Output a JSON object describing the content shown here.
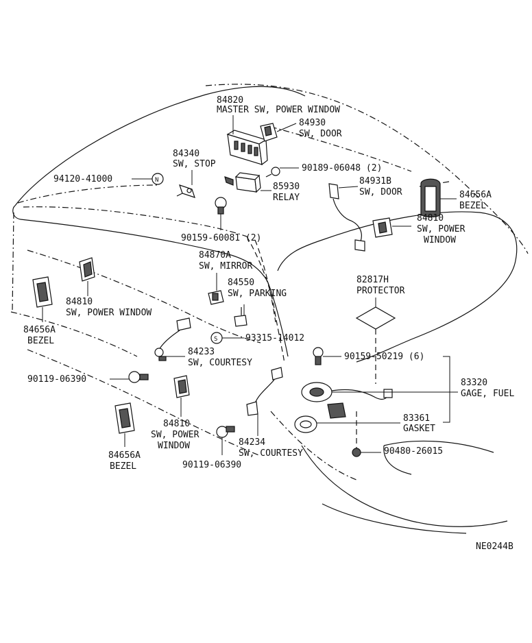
{
  "diagram_code": "NE0244B",
  "callouts": {
    "master_sw_num": "84820",
    "master_sw_desc": "MASTER SW, POWER WINDOW",
    "door_sw_num": "84930",
    "door_sw_desc": "SW, DOOR",
    "stop_sw_num": "84340",
    "stop_sw_desc": "SW, STOP",
    "nut_num": "94120-41000",
    "screw_0604_num": "90189-06048 (2)",
    "relay_num": "85930",
    "relay_desc": "RELAY",
    "door_sw2_num": "84931B",
    "door_sw2_desc": "SW, DOOR",
    "bezel_r_num": "84656A",
    "bezel_r_desc": "BEZEL",
    "pw_sw_r_num": "84810",
    "pw_sw_r_desc1": "SW, POWER",
    "pw_sw_r_desc2": "WINDOW",
    "screw_6008_num": "90159-60081 (2)",
    "mirror_sw_num": "84870A",
    "mirror_sw_desc": "SW, MIRROR",
    "parking_sw_num": "84550",
    "parking_sw_desc": "SW, PARKING",
    "pw_sw_l_num": "84810",
    "pw_sw_l_desc": "SW, POWER WINDOW",
    "bezel_l_num": "84656A",
    "bezel_l_desc": "BEZEL",
    "protector_num": "82817H",
    "protector_desc": "PROTECTOR",
    "clip_num": "93315-14012",
    "courtesy_f_num": "84233",
    "courtesy_f_desc": "SW, COURTESY",
    "screw_5021_num": "90159-50219 (6)",
    "screw_0639a_num": "90119-06390",
    "gage_num": "83320",
    "gage_desc": "GAGE, FUEL",
    "pw_sw_rr_num": "84810",
    "pw_sw_rr_desc1": "SW, POWER",
    "pw_sw_rr_desc2": "WINDOW",
    "gasket_num": "83361",
    "gasket_desc": "GASKET",
    "bezel_rr_num": "84656A",
    "bezel_rr_desc": "BEZEL",
    "courtesy_r_num": "84234",
    "courtesy_r_desc": "SW, COURTESY",
    "nut_2601_num": "90480-26015",
    "screw_0639b_num": "90119-06390"
  }
}
